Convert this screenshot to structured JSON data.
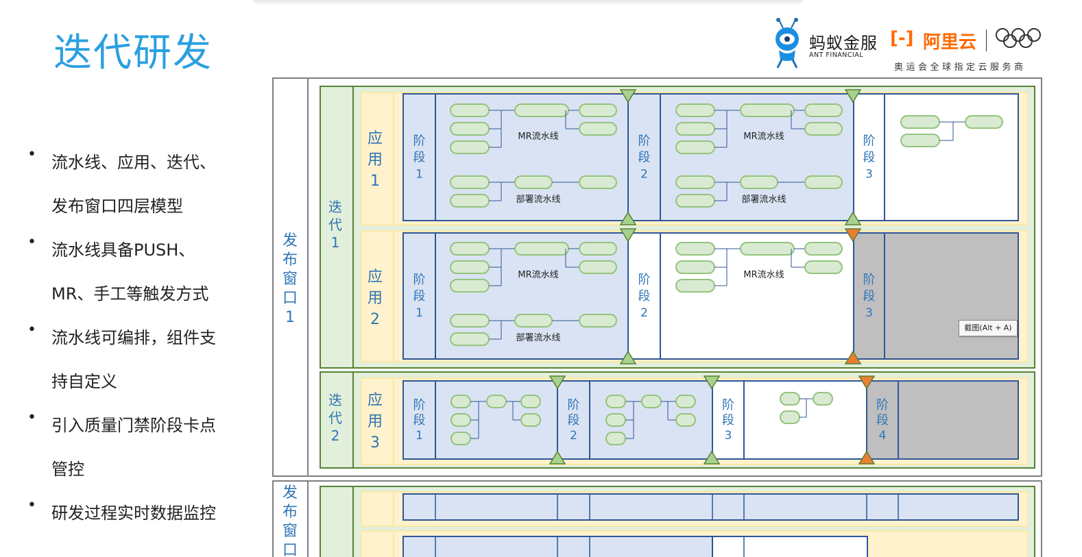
{
  "slide": {
    "title": "迭代研发",
    "bullets": [
      {
        "lines": [
          "流水线、应用、迭代、",
          "发布窗口四层模型"
        ]
      },
      {
        "lines": [
          "流水线具备PUSH、",
          "MR、手工等触发方式"
        ]
      },
      {
        "lines": [
          "流水线可编排，组件支",
          "持自定义"
        ]
      },
      {
        "lines": [
          "引入质量门禁阶段卡点",
          "管控"
        ]
      },
      {
        "lines": [
          "研发过程实时数据监控"
        ]
      }
    ]
  },
  "logo": {
    "ant_name": "蚂蚁金服",
    "ant_sub": "ANT FINANCIAL",
    "aliyun_bracket": "[-]",
    "aliyun_name": "阿里云",
    "partner_text": "奥运会全球指定云服务商"
  },
  "diagram": {
    "windows": [
      {
        "label": "发布窗口1"
      },
      {
        "label": "发布窗口"
      }
    ],
    "iterations": [
      {
        "label": "迭代1"
      },
      {
        "label": "迭代2"
      }
    ],
    "apps": [
      {
        "label": "应用1"
      },
      {
        "label": "应用2"
      },
      {
        "label": "应用3"
      }
    ],
    "stage_char_a": "阶",
    "stage_char_b": "段",
    "pipeline_labels": {
      "mr": "MR流水线",
      "deploy": "部署流水线"
    },
    "colors": {
      "window_border": "#7f7f7f",
      "iteration_fill": "#e2efda",
      "iteration_border": "#548235",
      "app_fill": "#fff2cc",
      "stage_fill": "#dae3f3",
      "stage_border": "#2f5597",
      "blocked_fill": "#bfbfbf",
      "node_fill": "#d9ead3",
      "node_border": "#93c47d",
      "gate_pass": "#a9d18e",
      "gate_block": "#ed7d31",
      "label_color": "#2e75b6"
    }
  },
  "tooltip": {
    "text": "截图(Alt + A)"
  }
}
